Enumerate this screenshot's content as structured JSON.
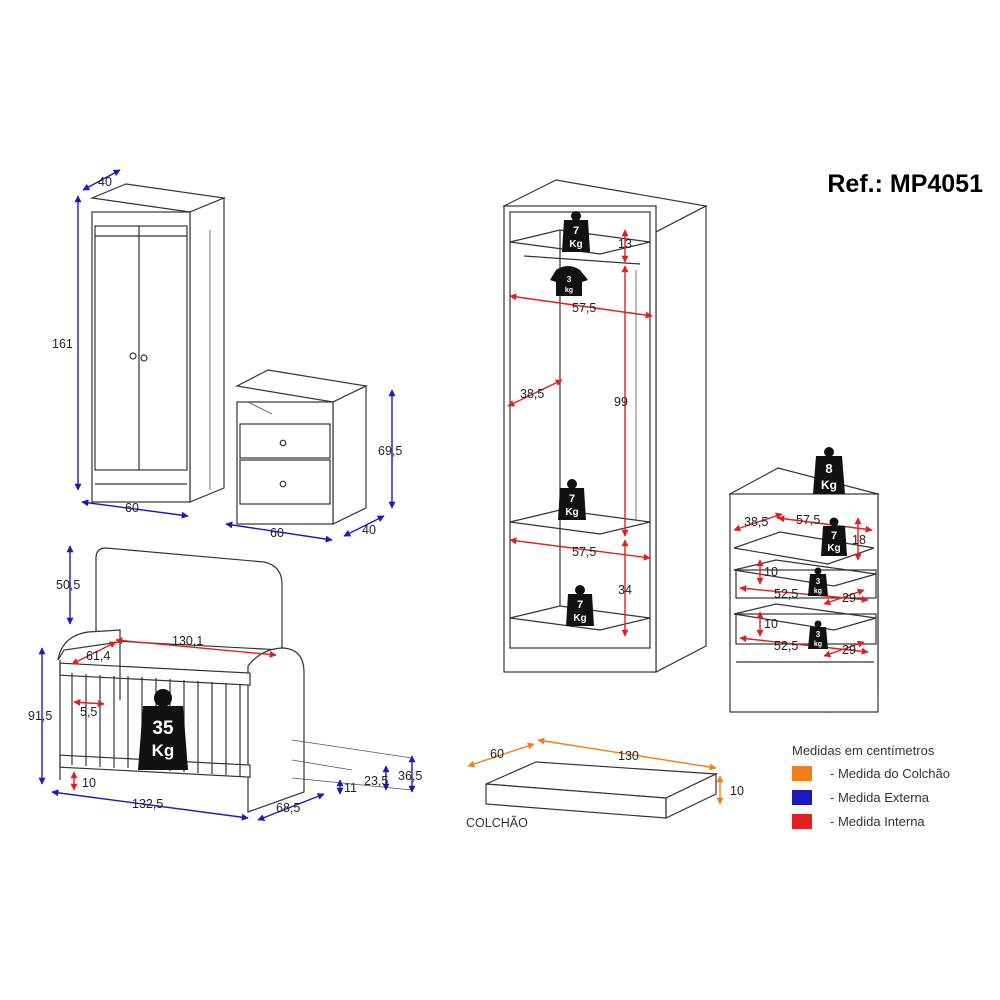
{
  "reference": "Ref.: MP4051",
  "mattress_label": "COLCHÃO",
  "colors": {
    "mattress": "#f07f1a",
    "external": "#1a1ab8",
    "internal": "#e02020",
    "ink": "#333333",
    "weight_badge": "#111111"
  },
  "legend": {
    "title": "Medidas em centímetros",
    "items": [
      {
        "color": "#f07f1a",
        "label": "- Medida do Colchão"
      },
      {
        "color": "#1a1ab8",
        "label": "- Medida Externa"
      },
      {
        "color": "#e02020",
        "label": "- Medida Interna"
      }
    ]
  },
  "wardrobe_front": {
    "depth": "40",
    "height": "161",
    "width": "60"
  },
  "nightstand": {
    "height": "69,5",
    "width": "60",
    "depth": "40"
  },
  "crib": {
    "headboard_height": "50,5",
    "total_height": "91,5",
    "inner_length": "130,1",
    "inner_width": "61,4",
    "bar_gap": "5,5",
    "base_height": "10",
    "length": "132,5",
    "depth": "68,5",
    "side_height": "36,5",
    "mid_height": "23,5",
    "floor_gap": "11",
    "weight_num": "35",
    "weight_unit": "Kg"
  },
  "wardrobe_interior": {
    "top_shelf_h": "13",
    "width_top": "57,5",
    "depth": "38,5",
    "hanging_h": "99",
    "width_bottom": "57,5",
    "bottom_h": "34",
    "w_top_num": "7",
    "w_top_unit": "Kg",
    "w_rail_num": "3",
    "w_rail_unit": "kg",
    "w_mid_num": "7",
    "w_mid_unit": "Kg",
    "w_bottom_num": "7",
    "w_bottom_unit": "Kg"
  },
  "nightstand_interior": {
    "top_weight_num": "8",
    "top_weight_unit": "Kg",
    "depth": "38,5",
    "width": "57,5",
    "shelf_h": "18",
    "shelf_weight_num": "7",
    "shelf_weight_unit": "Kg",
    "drawer1_h": "10",
    "drawer1_w": "52,5",
    "drawer1_d": "29",
    "drawer1_weight_num": "3",
    "drawer1_weight_unit": "kg",
    "drawer2_h": "10",
    "drawer2_w": "52,5",
    "drawer2_d": "29",
    "drawer2_weight_num": "3",
    "drawer2_weight_unit": "kg"
  },
  "mattress": {
    "depth": "60",
    "length": "130",
    "height": "10"
  }
}
